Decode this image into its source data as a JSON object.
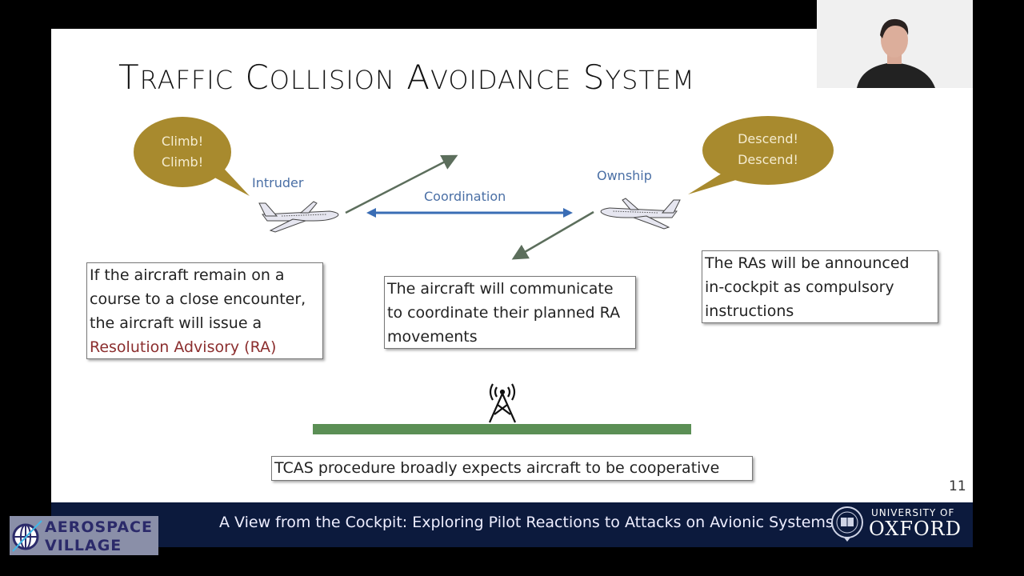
{
  "slide": {
    "title_parts": [
      {
        "big": "T",
        "small": "RAFFIC"
      },
      {
        "big": "C",
        "small": "OLLISION"
      },
      {
        "big": "A",
        "small": "VOIDANCE"
      },
      {
        "big": "S",
        "small": "YSTEM"
      }
    ],
    "bubbles": {
      "left": [
        "Climb!",
        "Climb!"
      ],
      "right": [
        "Descend!",
        "Descend!"
      ]
    },
    "labels": {
      "intruder": "Intruder",
      "ownship": "Ownship",
      "coordination": "Coordination"
    },
    "boxes": {
      "left": [
        "If the aircraft remain on a",
        "course to a close encounter,",
        "the aircraft will issue a"
      ],
      "left_highlight": "Resolution Advisory (RA)",
      "middle": [
        "The aircraft will communicate",
        "to coordinate their planned RA",
        "movements"
      ],
      "right": [
        "The RAs will be announced",
        "in-cockpit as compulsory",
        "instructions"
      ],
      "bottom": "TCAS procedure broadly expects aircraft to be cooperative"
    },
    "page_number": "11",
    "colors": {
      "bubble": "#a88a2e",
      "label_blue": "#4a6fa5",
      "arrow_blue": "#3a6db5",
      "arrow_gray": "#5c6e5c",
      "ground": "#5b8f55",
      "highlight": "#8b2e2e",
      "footer_bg": "#0c1a3d"
    }
  },
  "footer": {
    "talk_title": "A View from the Cockpit: Exploring Pilot Reactions to Attacks on Avionic Systems",
    "oxford_top": "UNIVERSITY OF",
    "oxford_main": "OXFORD"
  },
  "overlay": {
    "aerospace_line1": "AEROSPACE",
    "aerospace_line2": "VILLAGE"
  }
}
